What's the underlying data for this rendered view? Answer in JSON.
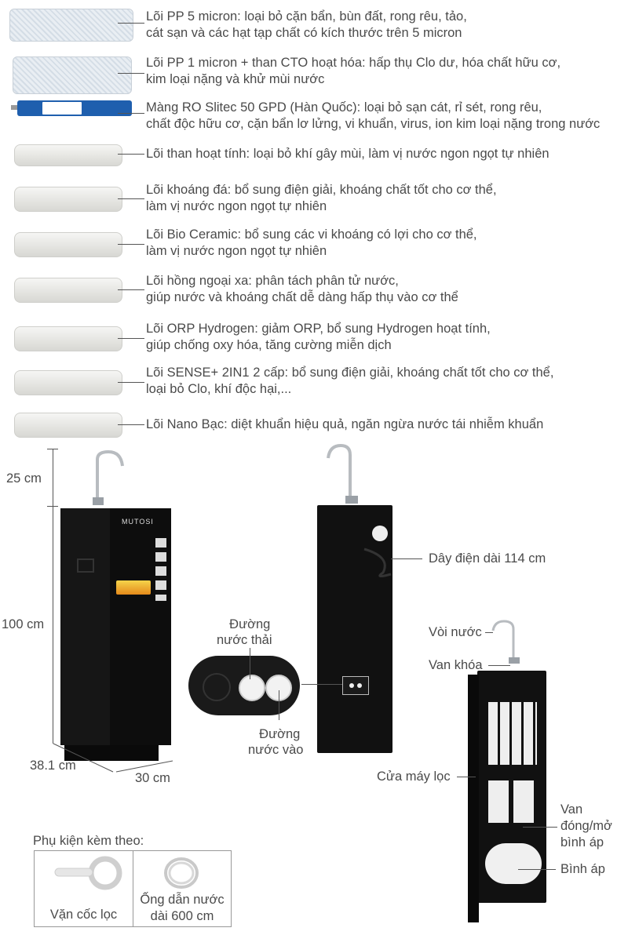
{
  "filters": [
    {
      "name": "pp5",
      "lines": [
        "Lõi PP 5 micron: loại bỏ cặn bẩn, bùn đất, rong rêu, tảo,",
        "cát sạn và các hạt tạp chất có kích thước trên 5 micron"
      ]
    },
    {
      "name": "pp1",
      "lines": [
        "Lõi PP 1 micron + than CTO hoạt hóa: hấp thụ Clo dư, hóa chất hữu cơ,",
        "kim loại nặng và khử mùi nước"
      ]
    },
    {
      "name": "ro",
      "lines": [
        "Màng RO Slitec 50 GPD (Hàn Quốc): loại bỏ sạn cát, rỉ sét, rong rêu,",
        "chất độc hữu cơ, cặn bẩn lơ lửng, vi khuẩn, virus, ion kim loại nặng trong nước"
      ]
    },
    {
      "name": "carbon",
      "lines": [
        "Lõi than hoạt tính: loại bỏ khí gây mùi, làm vị nước ngon ngọt tự nhiên"
      ]
    },
    {
      "name": "mineral",
      "lines": [
        "Lõi khoáng đá: bổ sung điện giải, khoáng chất tốt cho cơ thể,",
        "làm vị nước ngon ngọt tự nhiên"
      ]
    },
    {
      "name": "bio-ceramic",
      "lines": [
        "Lõi Bio Ceramic: bổ sung các vi khoáng có lợi cho cơ thể,",
        "làm vị nước ngon ngọt tự nhiên"
      ]
    },
    {
      "name": "infrared",
      "lines": [
        "Lõi hồng ngoại xa: phân tách phân tử nước,",
        "giúp nước và khoáng chất dễ dàng hấp thụ vào cơ thể"
      ]
    },
    {
      "name": "orp",
      "lines": [
        "Lõi ORP Hydrogen: giảm ORP, bổ sung Hydrogen hoạt tính,",
        "giúp chống oxy hóa, tăng cường miễn dịch"
      ]
    },
    {
      "name": "sense",
      "lines": [
        "Lõi SENSE+ 2IN1 2 cấp: bổ sung điện giải, khoáng chất tốt cho cơ thể,",
        "loại bỏ Clo, khí độc hại,..."
      ]
    },
    {
      "name": "nano-silver",
      "lines": [
        "Lõi Nano Bạc: diệt khuẩn hiệu quả, ngăn ngừa nước tái nhiễm khuẩn"
      ]
    }
  ],
  "dimensions": {
    "faucet_height": "25 cm",
    "body_height": "100 cm",
    "depth": "38.1 cm",
    "width": "30 cm"
  },
  "brand": "MUTOSI",
  "labels": {
    "power_cord": "Dây điện dài 114 cm",
    "waste_line_1": "Đường",
    "waste_line_2": "nước thải",
    "inlet_1": "Đường",
    "inlet_2": "nước vào",
    "faucet": "Vòi nước",
    "lock_valve": "Van khóa",
    "filter_door": "Cửa máy lọc",
    "tank_valve_1": "Van",
    "tank_valve_2": "đóng/mở",
    "tank_valve_3": "bình áp",
    "pressure_tank": "Bình áp"
  },
  "accessories": {
    "title": "Phụ kiện kèm theo:",
    "items": [
      {
        "name": "wrench",
        "lines": [
          "Vặn cốc lọc"
        ]
      },
      {
        "name": "hose",
        "lines": [
          "Ống dẫn nước",
          "dài  600 cm"
        ]
      }
    ]
  },
  "colors": {
    "cabinet": "#111111",
    "text": "#4a4a4a",
    "line": "#555555",
    "ro_membrane": "#1f5fae"
  }
}
